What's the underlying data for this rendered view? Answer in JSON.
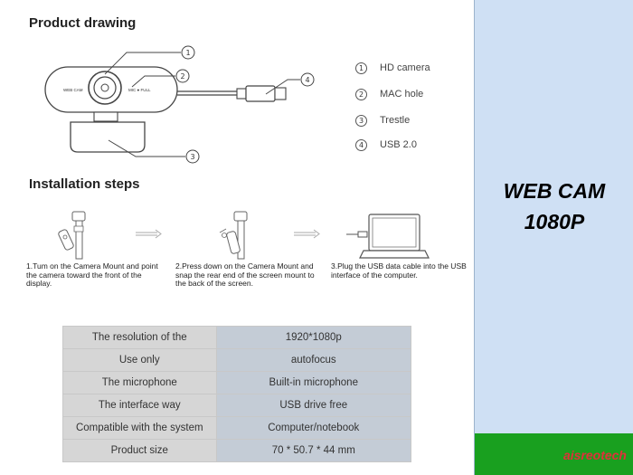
{
  "sections": {
    "drawing_title": "Product drawing",
    "install_title": "Installation steps"
  },
  "diagram": {
    "callout_1": "①",
    "callout_2": "②",
    "callout_3": "③",
    "callout_4": "④",
    "cam_label_left": "WEB CAM",
    "cam_label_right": "MIC ● FULL"
  },
  "legend": [
    {
      "num": "1",
      "label": "HD camera"
    },
    {
      "num": "2",
      "label": "MAC hole"
    },
    {
      "num": "3",
      "label": "Trestle"
    },
    {
      "num": "4",
      "label": "USB 2.0"
    }
  ],
  "steps": [
    {
      "text": "1.Tum on the Camera Mount and point the camera toward the front of the display."
    },
    {
      "text": "2.Press down on the Camera Mount and snap the rear end of the screen mount to the back of the screen."
    },
    {
      "text": "3.Plug the USB data cable into the USB interface of the computer."
    }
  ],
  "specs": [
    {
      "label": "The resolution of the",
      "value": "1920*1080p"
    },
    {
      "label": "Use only",
      "value": "autofocus"
    },
    {
      "label": "The microphone",
      "value": "Built-in microphone"
    },
    {
      "label": "The interface way",
      "value": "USB drive free"
    },
    {
      "label": "Compatible with the system",
      "value": "Computer/notebook"
    },
    {
      "label": "Product size",
      "value": "70 * 50.7 * 44 mm"
    }
  ],
  "product": {
    "title_line1": "WEB CAM",
    "title_line2": "1080P",
    "brand": "aisreotech"
  },
  "colors": {
    "right_panel_bg": "#cfe0f4",
    "brand_bar": "#19a01f",
    "brand_text": "#e0303a",
    "table_label_bg": "#d6d6d6",
    "table_value_bg": "#c4ccd6"
  }
}
